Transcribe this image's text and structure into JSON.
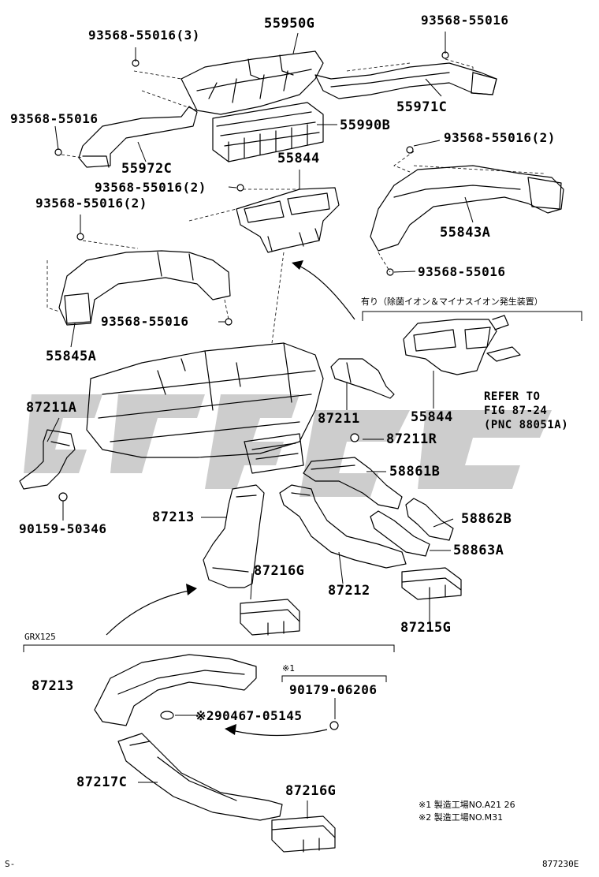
{
  "labels": {
    "p55950G": "55950G",
    "p93568_55016_3": "93568-55016(3)",
    "p93568_55016_tr": "93568-55016",
    "p55971C": "55971C",
    "p93568_55016_l": "93568-55016",
    "p55990B": "55990B",
    "p55972C": "55972C",
    "p93568_55016_2r": "93568-55016(2)",
    "p55844_top": "55844",
    "p93568_55016_2c": "93568-55016(2)",
    "p93568_55016_2l": "93568-55016(2)",
    "p55843A": "55843A",
    "p93568_55016_r2": "93568-55016",
    "p93568_55016_c": "93568-55016",
    "p55845A": "55845A",
    "jp_option": "有り（除菌イオン＆マイナスイオン発生装置）",
    "p87211A": "87211A",
    "p87211": "87211",
    "p55844_bottom": "55844",
    "ref_line1": "REFER TO",
    "ref_line2": "FIG 87-24",
    "ref_line3": "(PNC 88051A)",
    "p87211R": "87211R",
    "p58861B": "58861B",
    "p90159_50346": "90159-50346",
    "p87213_a": "87213",
    "p58862B": "58862B",
    "p58863A": "58863A",
    "p87216G_a": "87216G",
    "p87212": "87212",
    "p87215G": "87215G",
    "grx": "GRX125",
    "p87213_b": "87213",
    "note_mark1": "※1",
    "p90179_06206": "90179-06206",
    "p90467_05145": "※290467-05145",
    "p87217C": "87217C",
    "p87216G_b": "87216G",
    "note1": "※1 製造工場NO.A21 26",
    "note2": "※2 製造工場NO.M31",
    "corner_left": "S-",
    "corner_right": "877230E"
  }
}
